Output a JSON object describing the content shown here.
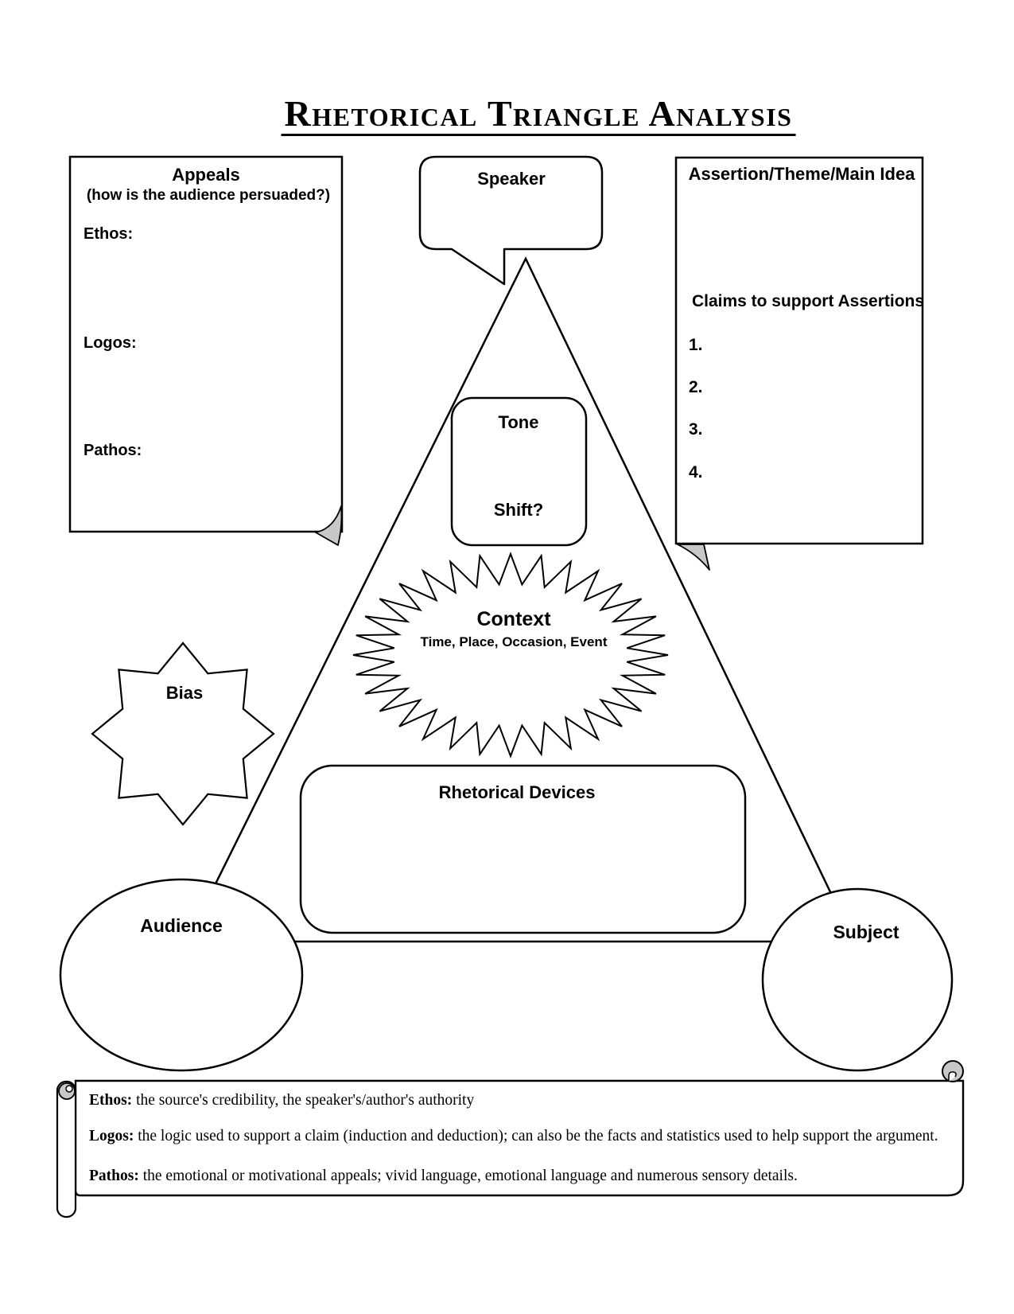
{
  "title": "Rhetorical Triangle Analysis",
  "appeals_box": {
    "heading": "Appeals",
    "subheading": "(how is the audience persuaded?)",
    "fields": [
      "Ethos:",
      "Logos:",
      "Pathos:"
    ]
  },
  "speaker_bubble": {
    "label": "Speaker"
  },
  "assertion_box": {
    "heading": "Assertion/Theme/Main Idea",
    "claims_heading": "Claims to support Assertions",
    "claim_numbers": [
      "1.",
      "2.",
      "3.",
      "4."
    ]
  },
  "tone_box": {
    "label": "Tone",
    "shift_label": "Shift?"
  },
  "context_burst": {
    "heading": "Context",
    "subheading": "Time, Place, Occasion, Event"
  },
  "bias_star": {
    "label": "Bias"
  },
  "devices_box": {
    "label": "Rhetorical Devices"
  },
  "audience_ellipse": {
    "label": "Audience"
  },
  "subject_ellipse": {
    "label": "Subject"
  },
  "definitions_scroll": {
    "items": [
      {
        "term": "Ethos:",
        "definition": " the source's credibility, the speaker's/author's authority"
      },
      {
        "term": "Logos:",
        "definition": " the logic used to support a claim (induction and deduction); can also be the facts and statistics used to help support the argument."
      },
      {
        "term": "Pathos:",
        "definition": " the emotional or motivational appeals; vivid language, emotional language and numerous sensory details."
      }
    ]
  },
  "colors": {
    "ink": "#000000",
    "fold_gray": "#c8c8c8",
    "paper": "#ffffff"
  }
}
